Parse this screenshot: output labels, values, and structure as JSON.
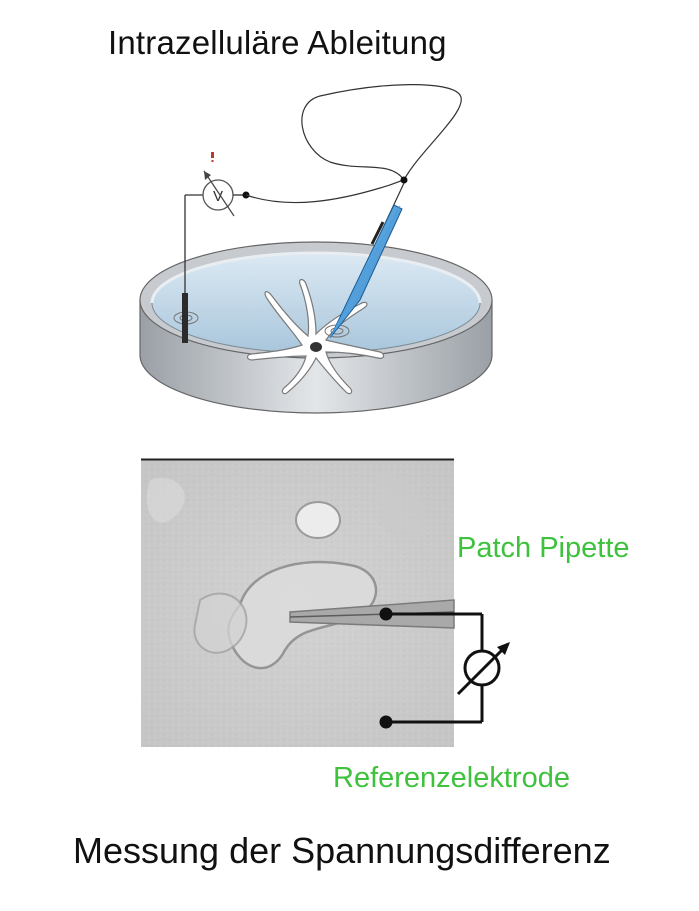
{
  "title_top": "Intrazelluläre Ableitung",
  "title_bottom": "Messung der Spannungsdifferenz",
  "meter_symbol": "V",
  "labels": {
    "patch_pipette": "Patch Pipette",
    "reference_electrode": "Referenzelektrode"
  },
  "colors": {
    "label_green": "#3ec23e",
    "pipette_blue": "#2f8fd6",
    "dish_gray": "#b9bdc2",
    "liquid_blue": "#cfe1ee",
    "circuit_black": "#111111",
    "indicator_red": "#c0392b"
  },
  "icons": {
    "voltmeter": "voltmeter-icon",
    "adjustable_meter": "variable-meter-icon"
  }
}
